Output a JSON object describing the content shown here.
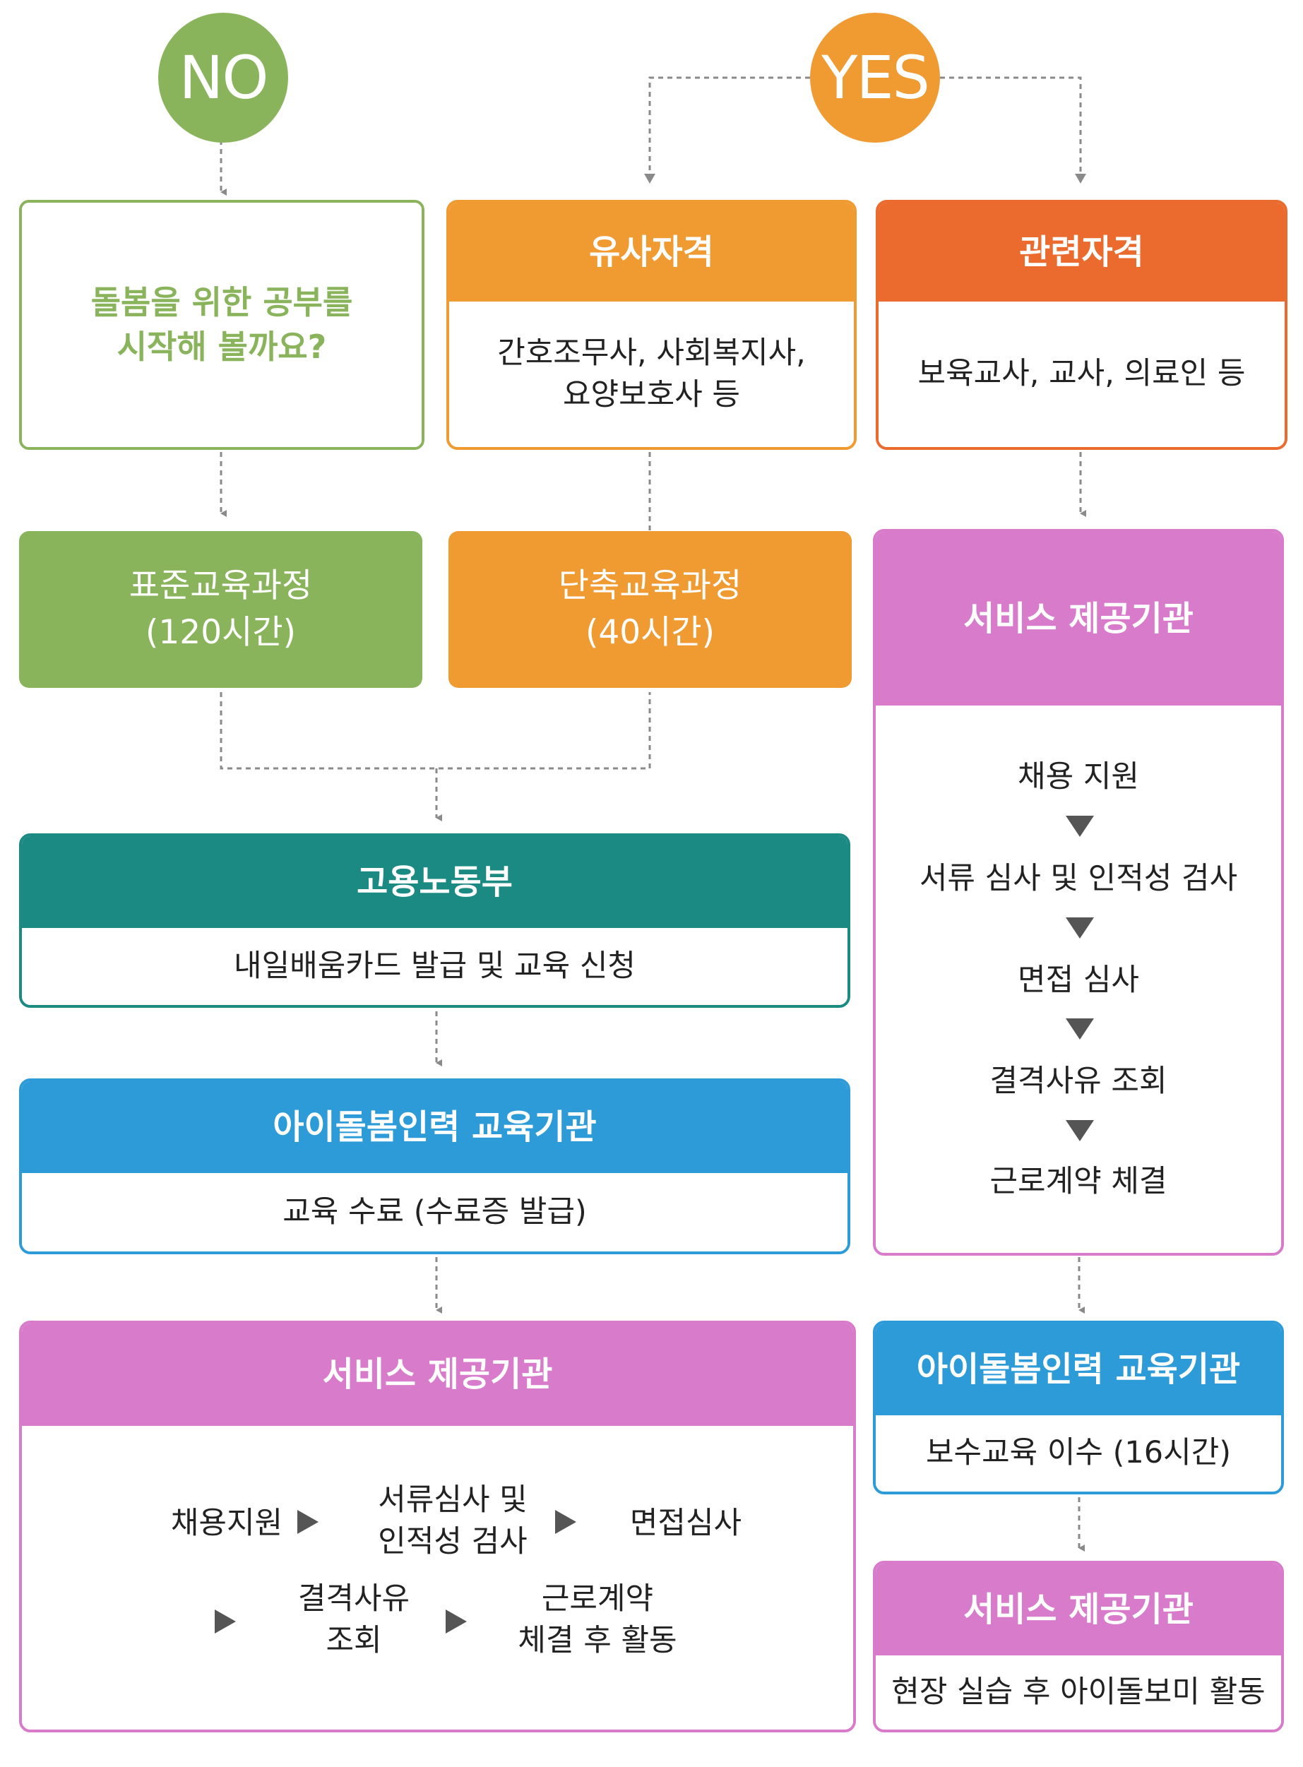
{
  "colors": {
    "green": "#8ab45b",
    "orange": "#f09a32",
    "dark_orange": "#eb6a2e",
    "teal": "#1b8a82",
    "blue": "#2e9bd9",
    "pink": "#d97bcb",
    "connector": "#8a8a8a"
  },
  "no_circle": {
    "label": "NO"
  },
  "yes_circle": {
    "label": "YES"
  },
  "no_box": {
    "text": "돌봄을 위한 공부를\n시작해 볼까요?"
  },
  "similar_qual": {
    "title": "유사자격",
    "body": "간호조무사, 사회복지사,\n요양보호사 등"
  },
  "related_qual": {
    "title": "관련자격",
    "body": "보육교사, 교사, 의료인 등"
  },
  "standard_course": {
    "text": "표준교육과정\n(120시간)"
  },
  "short_course": {
    "text": "단축교육과정\n(40시간)"
  },
  "labor_ministry": {
    "title": "고용노동부",
    "body": "내일배움카드 발급 및 교육 신청"
  },
  "edu_institution_left": {
    "title": "아이돌봄인력 교육기관",
    "body": "교육 수료 (수료증 발급)"
  },
  "service_right": {
    "title": "서비스 제공기관",
    "steps": [
      "채용 지원",
      "서류 심사 및 인적성 검사",
      "면접 심사",
      "결격사유 조회",
      "근로계약 체결"
    ]
  },
  "service_bottom": {
    "title": "서비스 제공기관",
    "steps": [
      "채용지원",
      "서류심사 및\n인적성 검사",
      "면접심사",
      "결격사유\n조회",
      "근로계약\n체결 후 활동"
    ]
  },
  "edu_institution_right": {
    "title": "아이돌봄인력 교육기관",
    "body": "보수교육 이수 (16시간)"
  },
  "service_final": {
    "title": "서비스 제공기관",
    "body": "현장 실습 후 아이돌보미 활동"
  }
}
